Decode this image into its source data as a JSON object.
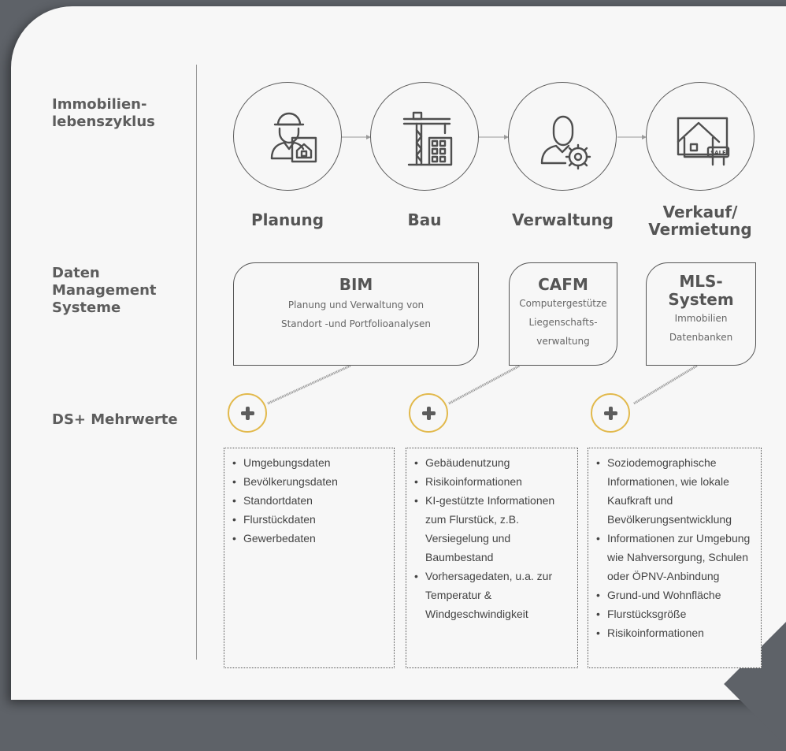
{
  "rows": {
    "lifecycle": "Immobilien-\nlebenszyklus",
    "systems": "Daten\nManagement\nSysteme",
    "added_value": "DS+ Mehrwerte"
  },
  "stages": [
    {
      "label": "Planung",
      "icon": "architect-icon"
    },
    {
      "label": "Bau",
      "icon": "crane-building-icon"
    },
    {
      "label": "Verwaltung",
      "icon": "manager-gear-icon"
    },
    {
      "label": "Verkauf/\nVermietung",
      "icon": "house-sale-icon"
    }
  ],
  "systems": [
    {
      "title": "BIM",
      "desc": "Planung und Verwaltung von\nStandort -und Portfolioanalysen"
    },
    {
      "title": "CAFM",
      "desc": "Computergestütze\nLiegenschafts-\nverwaltung"
    },
    {
      "title": "MLS-\nSystem",
      "desc": "Immobilien\nDatenbanken"
    }
  ],
  "details": [
    [
      "Umgebungsdaten",
      "Bevölkerungsdaten",
      "Standortdaten",
      "Flurstückdaten",
      "Gewerbedaten"
    ],
    [
      "Gebäudenutzung",
      "Risikoinformationen",
      "KI-gestützte Informationen zum Flurstück, z.B. Versiegelung und Baumbestand",
      "Vorhersagedaten, u.a. zur Temperatur & Windgeschwindigkeit"
    ],
    [
      "Soziodemographische Informationen, wie lokale Kaufkraft und Bevölkerungsentwicklung",
      "Informationen zur Umgebung wie Nahversorgung, Schulen oder ÖPNV-Anbindung",
      "Grund-und Wohnfläche",
      "Flurstücksgröße",
      "Risikoinformationen"
    ]
  ],
  "colors": {
    "accent": "#e2b94c",
    "line": "#555555",
    "background": "#f7f7f7",
    "frame": "#5e6268"
  }
}
